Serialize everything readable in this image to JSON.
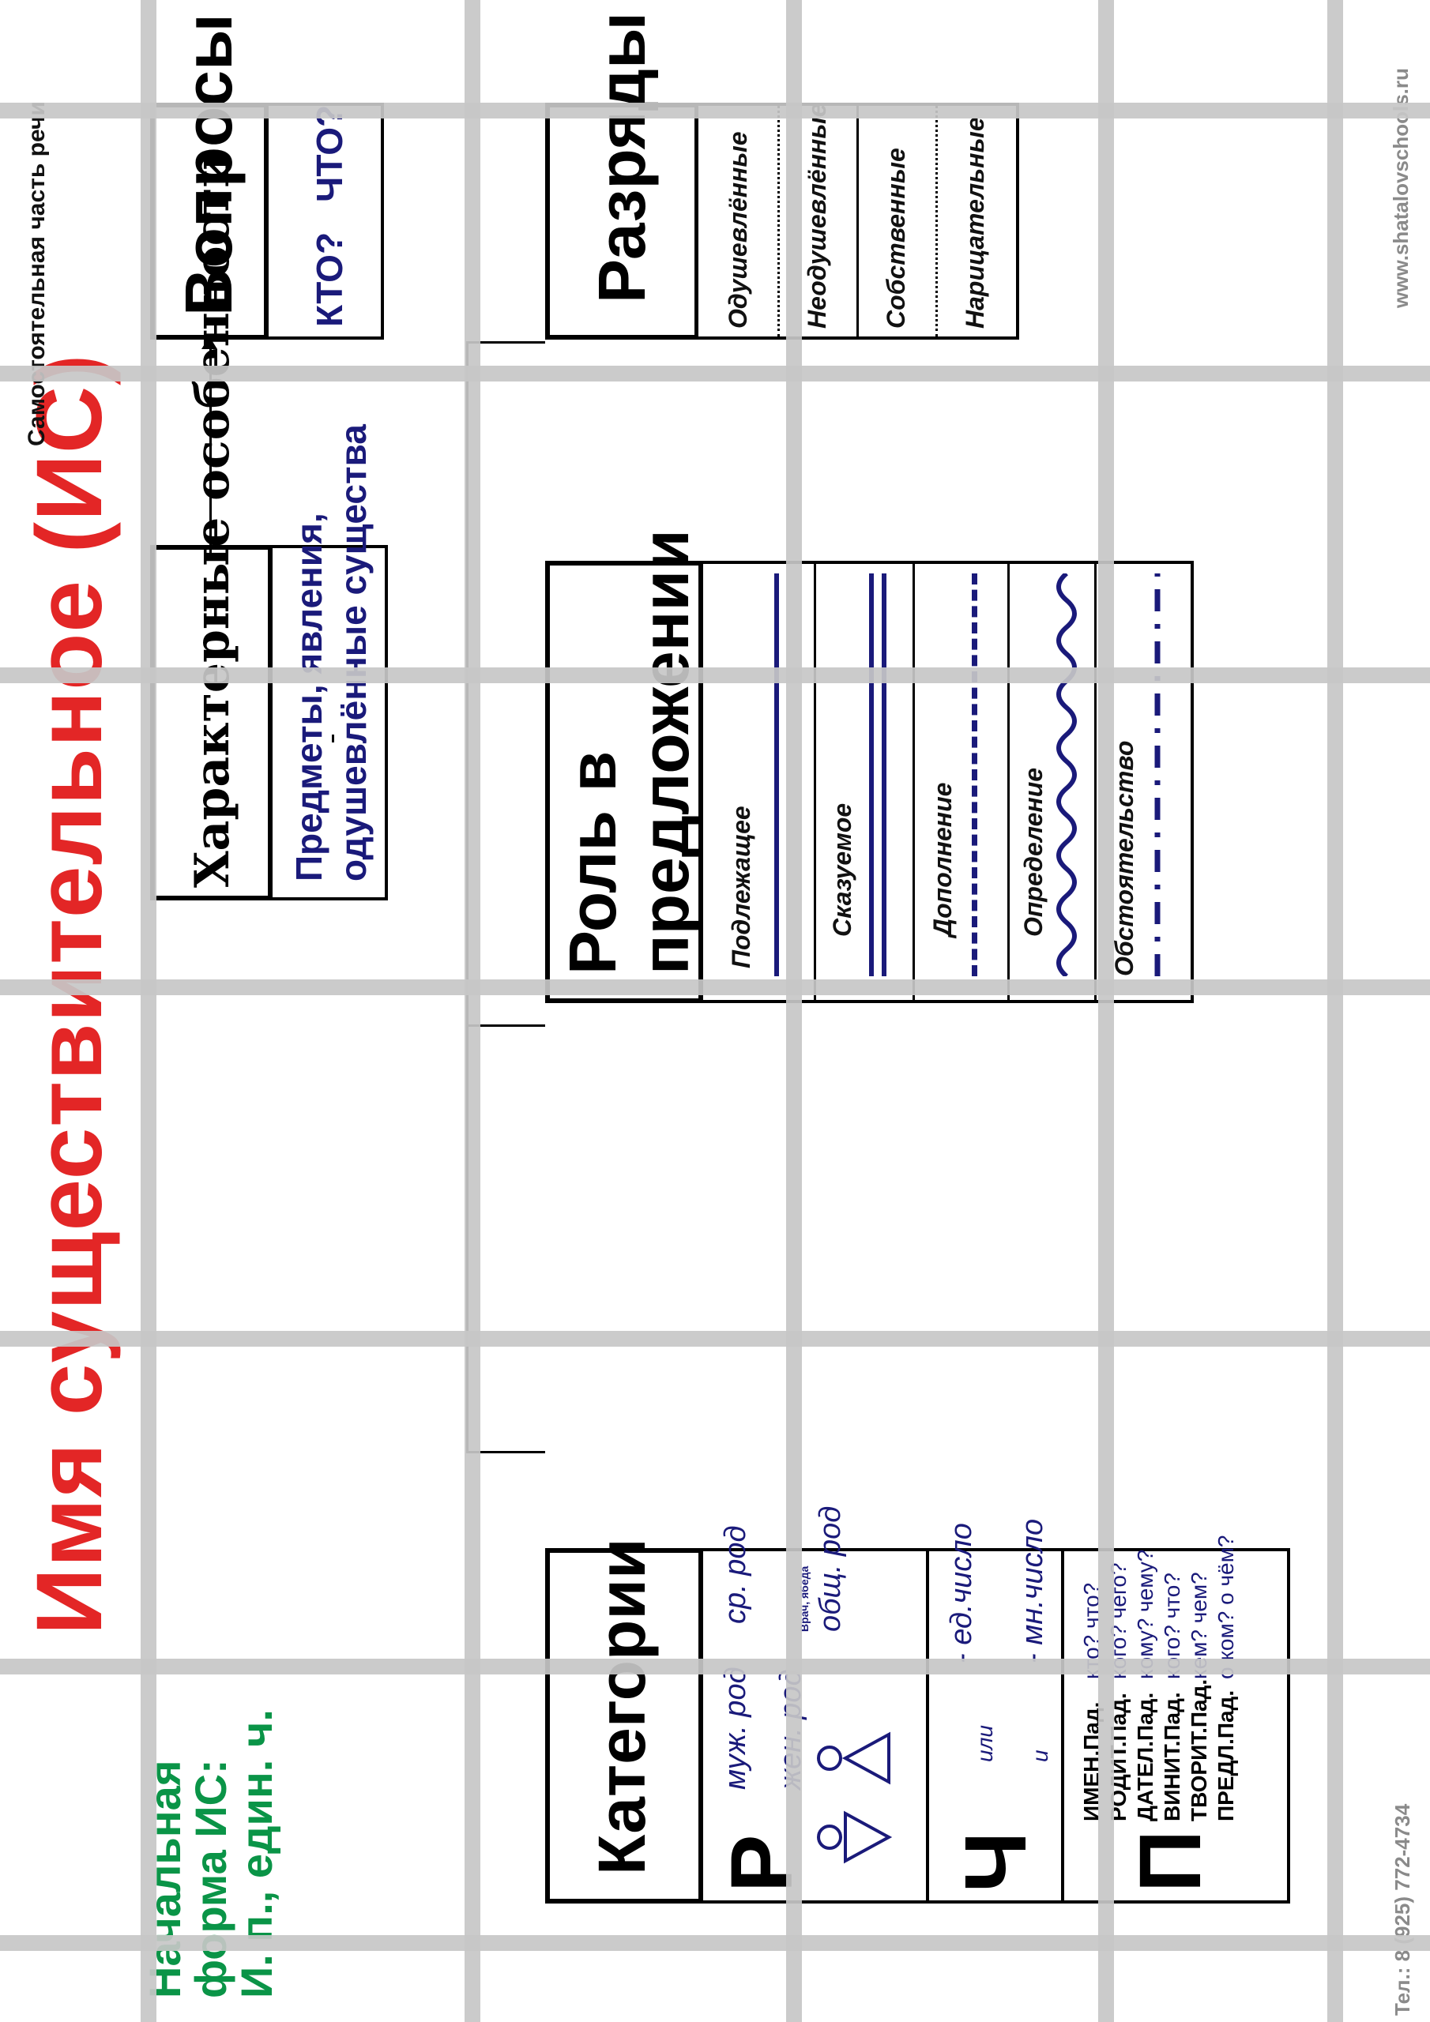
{
  "title": "Имя существительное (ИС)",
  "subtitle": "Самостоятельная часть речи",
  "initial_form": [
    "Начальная",
    "форма ИС:",
    "И. п., един. ч."
  ],
  "footer": {
    "phone": "Тел.: 8 (925) 772-4734",
    "site": "www.shatalovschools.ru"
  },
  "questions": {
    "header": "Вопросы",
    "q1": "КТО?",
    "q2": "ЧТО?"
  },
  "features": {
    "header": "Характерные особенности",
    "text_line1": "Предметы, явления,",
    "text_line2": "одушевлённые существа"
  },
  "ranks": {
    "header": "Разряды",
    "items": [
      "Одушевлённые",
      "Неодушевлённые",
      "Собственные",
      "Нарицательные"
    ]
  },
  "role": {
    "header_line1": "Роль в",
    "header_line2": "предложении",
    "items": [
      "Подлежащее",
      "Сказуемое",
      "Дополнение",
      "Определение",
      "Обстоятельство"
    ]
  },
  "categories": {
    "header": "Категории",
    "gender": {
      "letter": "Р",
      "masc": "муж. род",
      "fem": "жен. род",
      "neut": "ср. род",
      "common": "общ. род",
      "common_example": "Врач, ябеда"
    },
    "number": {
      "letter": "Ч",
      "sing": "- ед.число",
      "plur": "- мн.число",
      "or": "или",
      "and": "и"
    },
    "case": {
      "letter": "П",
      "rows": [
        {
          "name": "ИМЕН.Пад.",
          "q": "кто? что?"
        },
        {
          "name": "РОДИТ.Пад.",
          "q": "кого? чего?"
        },
        {
          "name": "ДАТЕЛ.Пад.",
          "q": "кому? чему?"
        },
        {
          "name": "ВИНИТ.Пад.",
          "q": "кого? что?"
        },
        {
          "name": "ТВОРИТ.Пад.",
          "q": "кем? чем?"
        },
        {
          "name": "ПРЕДЛ.Пад.",
          "q": "о ком? о чём?"
        }
      ]
    }
  },
  "colors": {
    "title": "#e32626",
    "green": "#0a9447",
    "navy": "#1a1a7a",
    "grid": "#c7c7c7"
  }
}
